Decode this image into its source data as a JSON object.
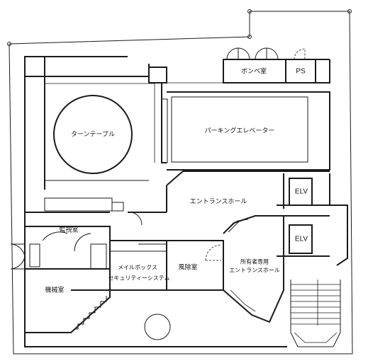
{
  "rooms": {
    "cylinder_room": "ボンベ室",
    "pipe_space": "PS",
    "turntable": "ターンテーブル",
    "parking_elevator": "パーキングエレベーター",
    "entrance_hall": "エントランスホール",
    "elevator_1": "ELV",
    "elevator_2": "ELV",
    "monitoring_room": "監視室",
    "mailbox_line1": "メイルボックス",
    "mailbox_line2": "セキュリティーシステム",
    "windbreak_room": "風除室",
    "owners_entrance_line1": "所有者専用",
    "owners_entrance_line2": "エントランスホール",
    "machine_room": "機械室"
  }
}
